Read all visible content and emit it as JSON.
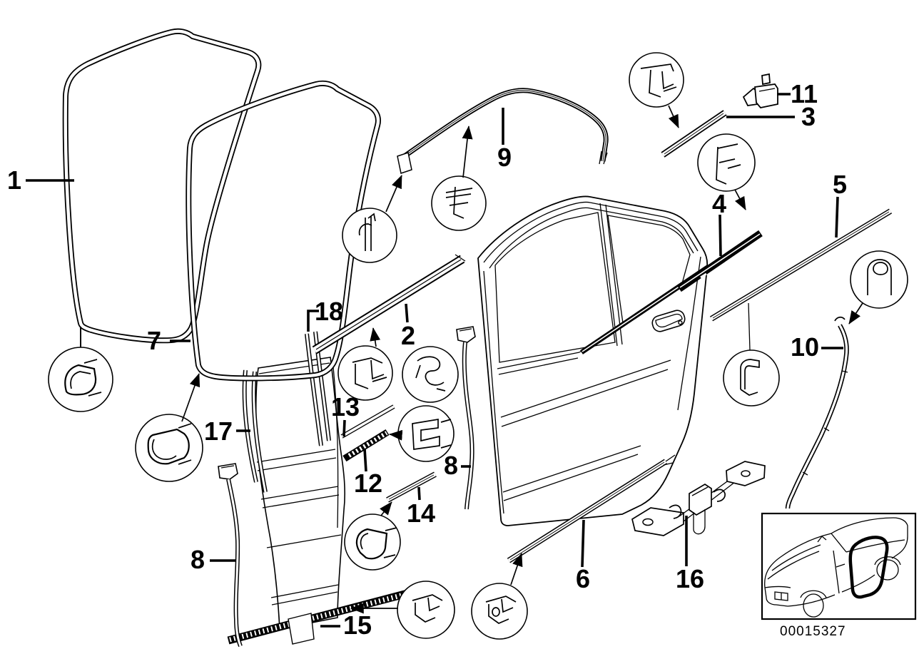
{
  "page": {
    "background": "#ffffff",
    "line_color": "#000000"
  },
  "labels": {
    "p1": "1",
    "p2": "2",
    "p3": "3",
    "p4": "4",
    "p5": "5",
    "p6": "6",
    "p7": "7",
    "p8_left": "8",
    "p8_mid": "8",
    "p9": "9",
    "p10": "10",
    "p11": "11",
    "p12": "12",
    "p13": "13",
    "p14": "14",
    "p15": "15",
    "p16": "16",
    "p17": "17",
    "p18": "18"
  },
  "inset": {
    "image_code": "00015327"
  }
}
